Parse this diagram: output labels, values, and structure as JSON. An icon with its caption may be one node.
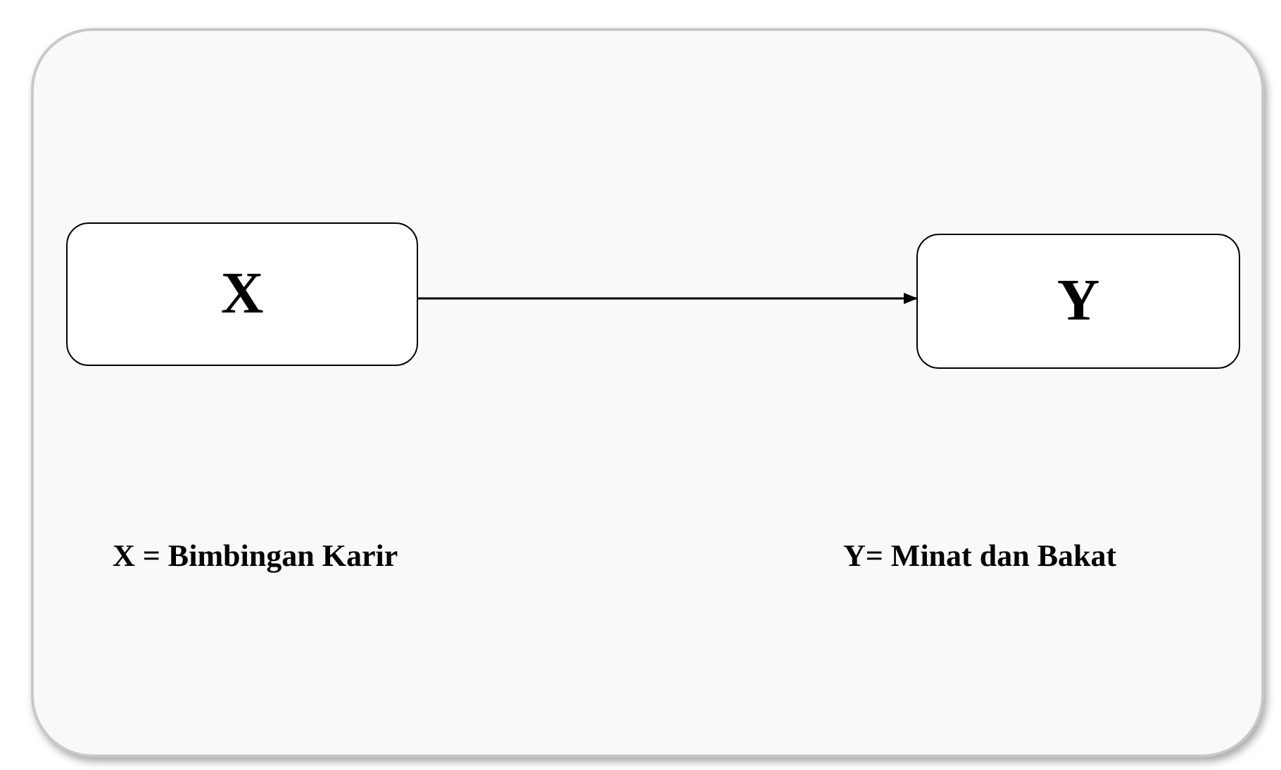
{
  "diagram": {
    "nodes": [
      {
        "text": [],
        "shape": "box"
      },
      {
        "text": [
          "X"
        ],
        "in": 0
      },
      {
        "text": [
          "Y"
        ],
        "in": 0
      }
    ],
    "edges": [
      {
        "from": 1,
        "to": 2,
        "arrow": "to"
      }
    ],
    "labels": [
      "X = Bimbingan Karir",
      "Y= Minat dan Bakat"
    ]
  }
}
